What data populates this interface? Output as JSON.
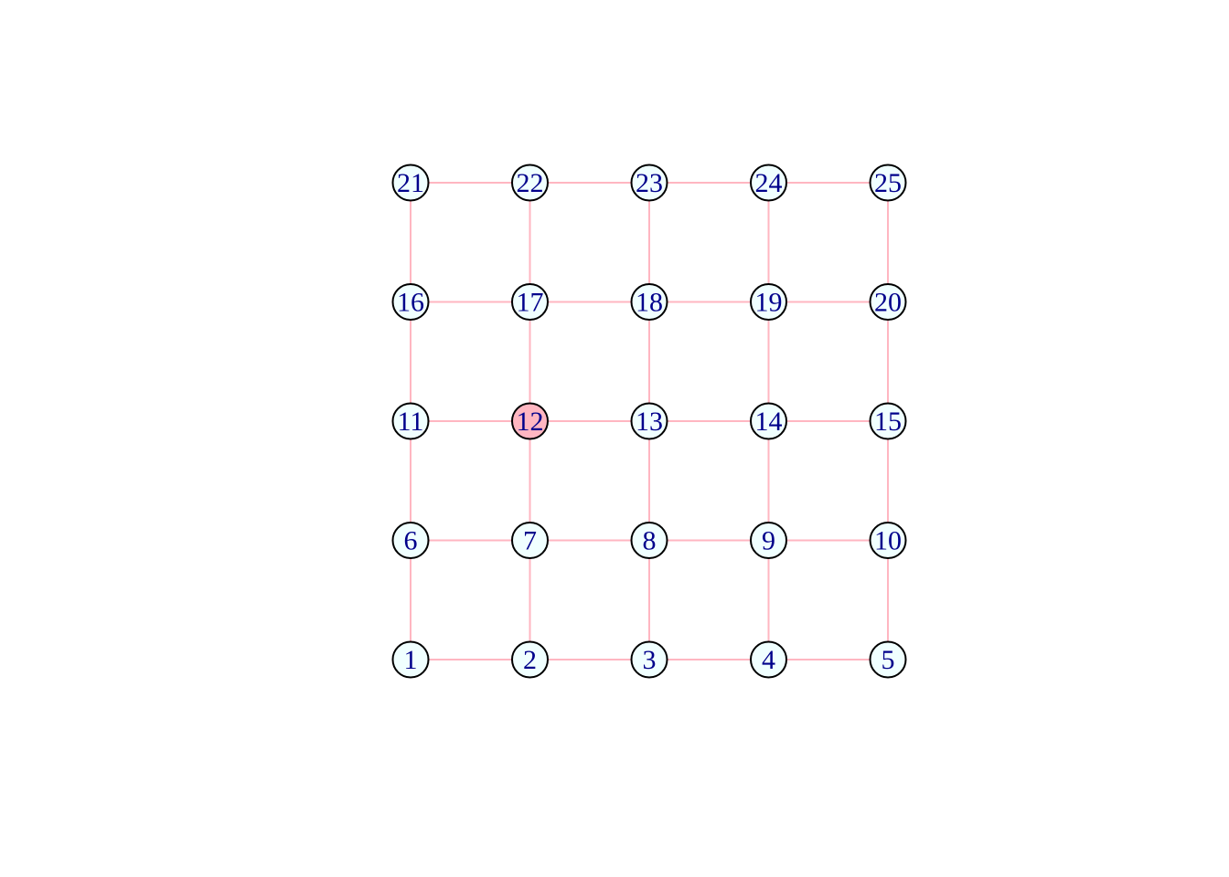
{
  "colors": {
    "edge": "#ffb6c1",
    "node_fill": "#f0ffff",
    "node_highlight_fill": "#ffb6c1",
    "node_stroke": "#000000",
    "label": "#00008b",
    "background": "#ffffff"
  },
  "graph": {
    "layout": "grid",
    "rows": 5,
    "cols": 5,
    "highlighted_node": "12",
    "nodes": [
      {
        "id": "1",
        "label": "1",
        "row": 0,
        "col": 0
      },
      {
        "id": "2",
        "label": "2",
        "row": 0,
        "col": 1
      },
      {
        "id": "3",
        "label": "3",
        "row": 0,
        "col": 2
      },
      {
        "id": "4",
        "label": "4",
        "row": 0,
        "col": 3
      },
      {
        "id": "5",
        "label": "5",
        "row": 0,
        "col": 4
      },
      {
        "id": "6",
        "label": "6",
        "row": 1,
        "col": 0
      },
      {
        "id": "7",
        "label": "7",
        "row": 1,
        "col": 1
      },
      {
        "id": "8",
        "label": "8",
        "row": 1,
        "col": 2
      },
      {
        "id": "9",
        "label": "9",
        "row": 1,
        "col": 3
      },
      {
        "id": "10",
        "label": "10",
        "row": 1,
        "col": 4
      },
      {
        "id": "11",
        "label": "11",
        "row": 2,
        "col": 0
      },
      {
        "id": "12",
        "label": "12",
        "row": 2,
        "col": 1
      },
      {
        "id": "13",
        "label": "13",
        "row": 2,
        "col": 2
      },
      {
        "id": "14",
        "label": "14",
        "row": 2,
        "col": 3
      },
      {
        "id": "15",
        "label": "15",
        "row": 2,
        "col": 4
      },
      {
        "id": "16",
        "label": "16",
        "row": 3,
        "col": 0
      },
      {
        "id": "17",
        "label": "17",
        "row": 3,
        "col": 1
      },
      {
        "id": "18",
        "label": "18",
        "row": 3,
        "col": 2
      },
      {
        "id": "19",
        "label": "19",
        "row": 3,
        "col": 3
      },
      {
        "id": "20",
        "label": "20",
        "row": 3,
        "col": 4
      },
      {
        "id": "21",
        "label": "21",
        "row": 4,
        "col": 0
      },
      {
        "id": "22",
        "label": "22",
        "row": 4,
        "col": 1
      },
      {
        "id": "23",
        "label": "23",
        "row": 4,
        "col": 2
      },
      {
        "id": "24",
        "label": "24",
        "row": 4,
        "col": 3
      },
      {
        "id": "25",
        "label": "25",
        "row": 4,
        "col": 4
      }
    ],
    "edges": [
      [
        "1",
        "2"
      ],
      [
        "2",
        "3"
      ],
      [
        "3",
        "4"
      ],
      [
        "4",
        "5"
      ],
      [
        "6",
        "7"
      ],
      [
        "7",
        "8"
      ],
      [
        "8",
        "9"
      ],
      [
        "9",
        "10"
      ],
      [
        "11",
        "12"
      ],
      [
        "12",
        "13"
      ],
      [
        "13",
        "14"
      ],
      [
        "14",
        "15"
      ],
      [
        "16",
        "17"
      ],
      [
        "17",
        "18"
      ],
      [
        "18",
        "19"
      ],
      [
        "19",
        "20"
      ],
      [
        "21",
        "22"
      ],
      [
        "22",
        "23"
      ],
      [
        "23",
        "24"
      ],
      [
        "24",
        "25"
      ],
      [
        "1",
        "6"
      ],
      [
        "6",
        "11"
      ],
      [
        "11",
        "16"
      ],
      [
        "16",
        "21"
      ],
      [
        "2",
        "7"
      ],
      [
        "7",
        "12"
      ],
      [
        "12",
        "17"
      ],
      [
        "17",
        "22"
      ],
      [
        "3",
        "8"
      ],
      [
        "8",
        "13"
      ],
      [
        "13",
        "18"
      ],
      [
        "18",
        "23"
      ],
      [
        "4",
        "9"
      ],
      [
        "9",
        "14"
      ],
      [
        "14",
        "19"
      ],
      [
        "19",
        "24"
      ],
      [
        "5",
        "10"
      ],
      [
        "10",
        "15"
      ],
      [
        "15",
        "20"
      ],
      [
        "20",
        "25"
      ]
    ]
  }
}
